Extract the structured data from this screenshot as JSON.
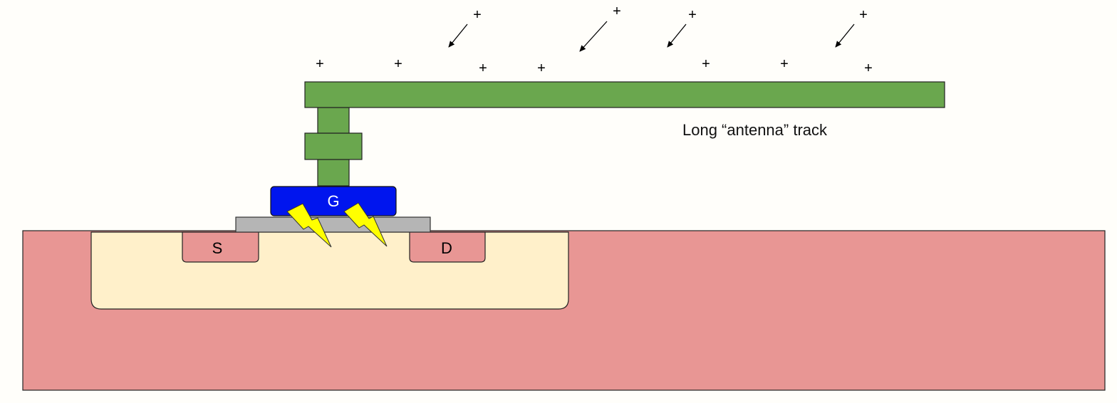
{
  "labels": {
    "source": "S",
    "drain": "D",
    "gate": "G",
    "antenna_caption": "Long “antenna” track"
  },
  "symbols": {
    "charge": "+"
  },
  "colors": {
    "background": "#fffefa",
    "substrate": "#e89694",
    "well": "#fff0ca",
    "diffusion": "#e89694",
    "gate_oxide": "#b5b5b5",
    "gate": "#0015ee",
    "metal": "#6aa74e",
    "spark": "#ffff00",
    "outline": "#222222"
  },
  "icons": {
    "spark": "lightning-bolt-icon",
    "charge_flow": "arrow-down-left-icon"
  }
}
